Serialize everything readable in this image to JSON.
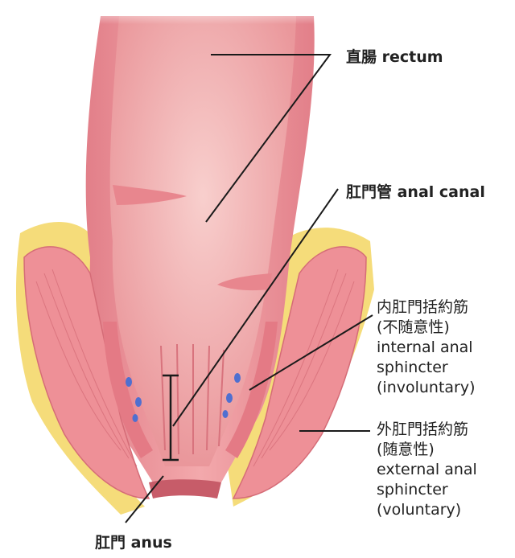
{
  "labels": {
    "rectum": "直腸 rectum",
    "anal_canal": "肛門管 anal canal",
    "internal": {
      "line1": "内肛門括約筋",
      "line2": "(不随意性)",
      "line3": "internal anal",
      "line4": "sphincter",
      "line5": "(involuntary)"
    },
    "external": {
      "line1": "外肛門括約筋",
      "line2": "(随意性)",
      "line3": "external anal",
      "line4": "sphincter",
      "line5": "(voluntary)"
    },
    "anus": "肛門 anus"
  },
  "colors": {
    "tissue": "#ef9aa0",
    "tissue_dark": "#d86a76",
    "lumen": "#f4b7b8",
    "fat": "#f5dc7a",
    "vessel": "#4f6fd0",
    "line": "#1a1a1a"
  }
}
